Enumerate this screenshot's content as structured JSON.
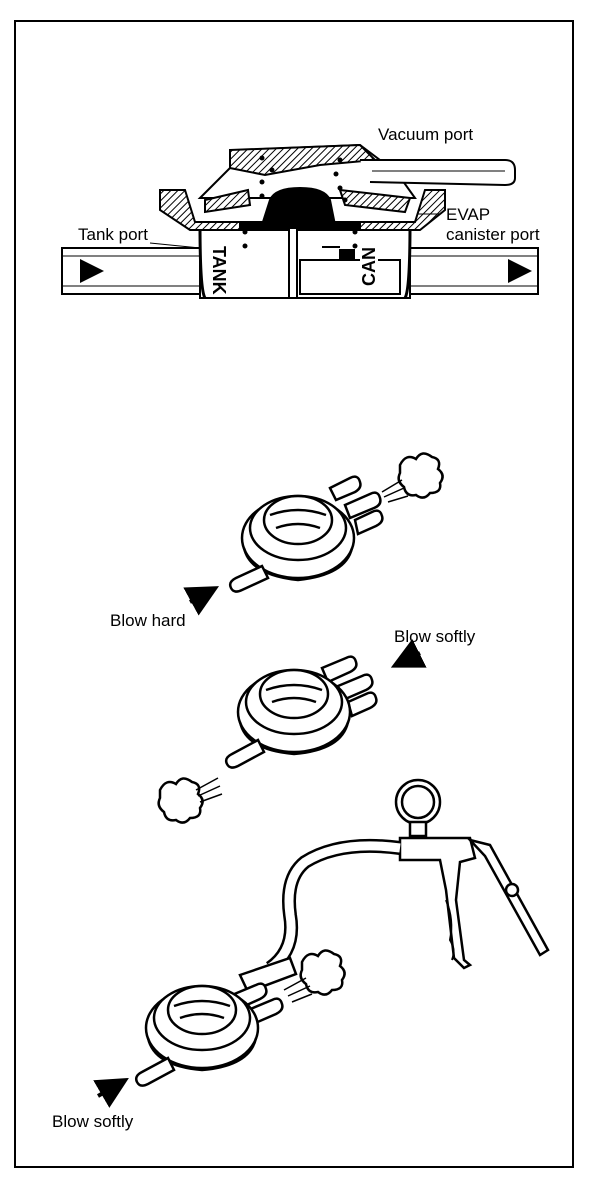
{
  "labels": {
    "vacuum_port": "Vacuum port",
    "tank_port": "Tank port",
    "evap_line1": "EVAP",
    "evap_line2": "canister port",
    "tank_inner": "TANK",
    "can_inner": "CAN",
    "blow_hard": "Blow hard",
    "blow_softly_1": "Blow softly",
    "blow_softly_2": "Blow softly"
  },
  "colors": {
    "ink": "#000000",
    "paper": "#ffffff"
  }
}
